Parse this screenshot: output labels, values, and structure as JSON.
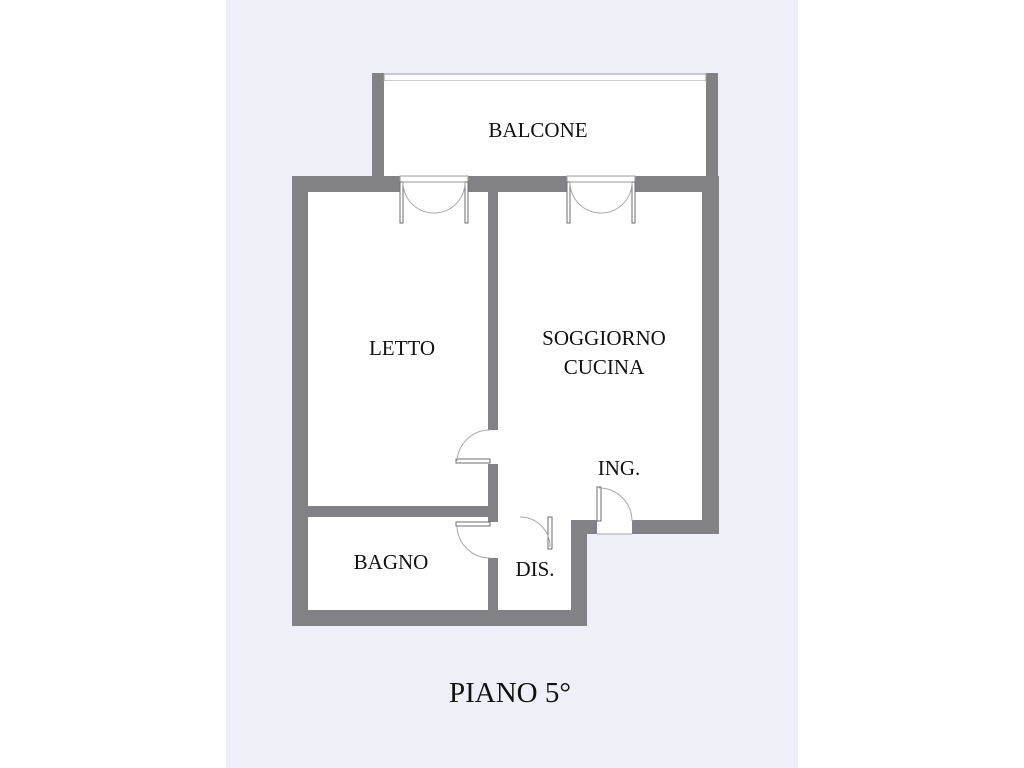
{
  "plan": {
    "rooms": {
      "balcone": "BALCONE",
      "letto": "LETTO",
      "soggiorno_line1": "SOGGIORNO",
      "soggiorno_line2": "CUCINA",
      "ingresso": "ING.",
      "bagno": "BAGNO",
      "disimpegno": "DIS."
    },
    "floor_label": "PIANO 5°"
  },
  "colors": {
    "background_panel": "#eff0f7",
    "wall": "#828286",
    "room_fill": "#ffffff",
    "text": "#111111"
  }
}
